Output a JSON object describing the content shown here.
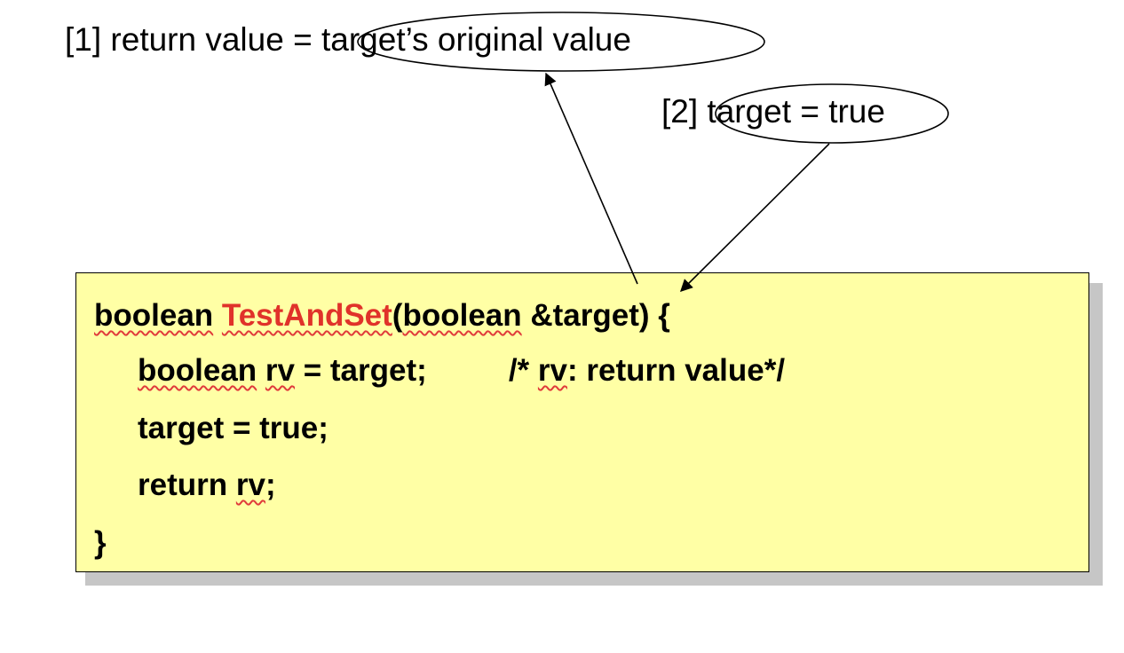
{
  "colors": {
    "code_background": "#ffffa5",
    "function_name": "#e0322a",
    "spellcheck_underline": "#e03b3b",
    "box_shadow": "#c6c6c6"
  },
  "annotations": {
    "note1": {
      "number": "[1]",
      "prefix": "return value =",
      "circled": "target’s original value"
    },
    "note2": {
      "number": "[2]",
      "circled": "target = true"
    }
  },
  "code": {
    "line1": {
      "kw": "boolean",
      "fn": "TestAndSet",
      "paren": "(",
      "param_type": "boolean",
      "param": " &target) {"
    },
    "line2": {
      "kw": "boolean",
      "var": "rv",
      "rest": " = target;",
      "comment_open": "/* ",
      "comment_rv": "rv",
      "comment_rest": ": return value*/"
    },
    "line3": {
      "text": "target = true;"
    },
    "line4": {
      "kw": "return",
      "var": "rv",
      "end": ";"
    },
    "line5": {
      "text": "}"
    }
  }
}
